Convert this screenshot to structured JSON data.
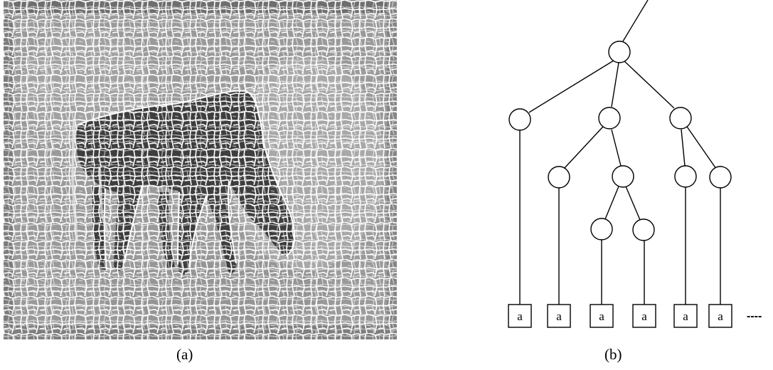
{
  "panel_a": {
    "caption": "(a)"
  },
  "panel_b": {
    "caption": "(b)",
    "leaf_labels": [
      "a",
      "a",
      "a",
      "a",
      "a",
      "a"
    ],
    "continuation": "----"
  }
}
